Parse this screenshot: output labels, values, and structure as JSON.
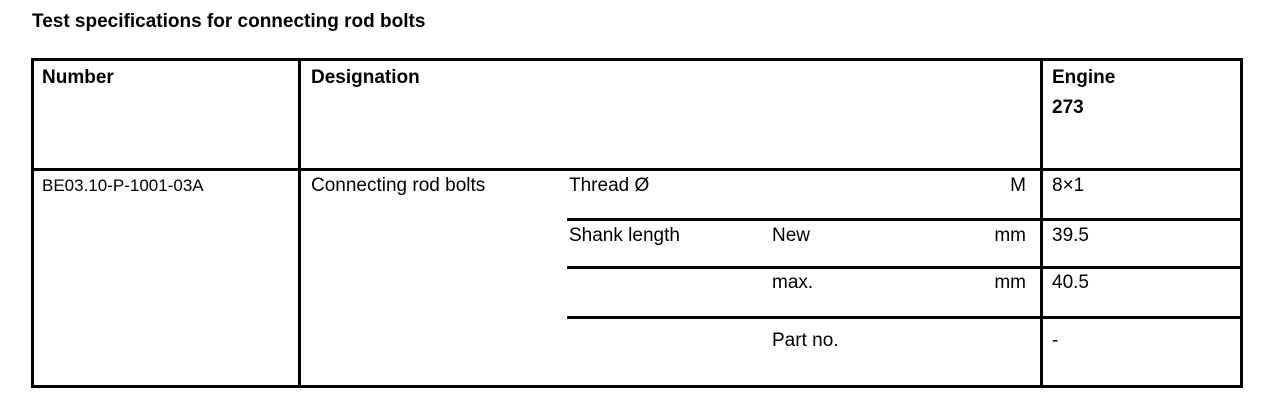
{
  "title": "Test specifications for connecting rod bolts",
  "header": {
    "number": "Number",
    "designation": "Designation",
    "engine_label": "Engine",
    "engine_value": "273"
  },
  "row": {
    "number": "BE03.10-P-1001-03A",
    "designation": "Connecting rod bolts",
    "specs": [
      {
        "name": "Thread Ø",
        "qualifier": "",
        "unit": "M",
        "value": "8×1"
      },
      {
        "name": "Shank length",
        "qualifier": "New",
        "unit": "mm",
        "value": "39.5"
      },
      {
        "name": "",
        "qualifier": "max.",
        "unit": "mm",
        "value": "40.5"
      },
      {
        "name": "",
        "qualifier": "Part no.",
        "unit": "",
        "value": "-"
      }
    ]
  }
}
